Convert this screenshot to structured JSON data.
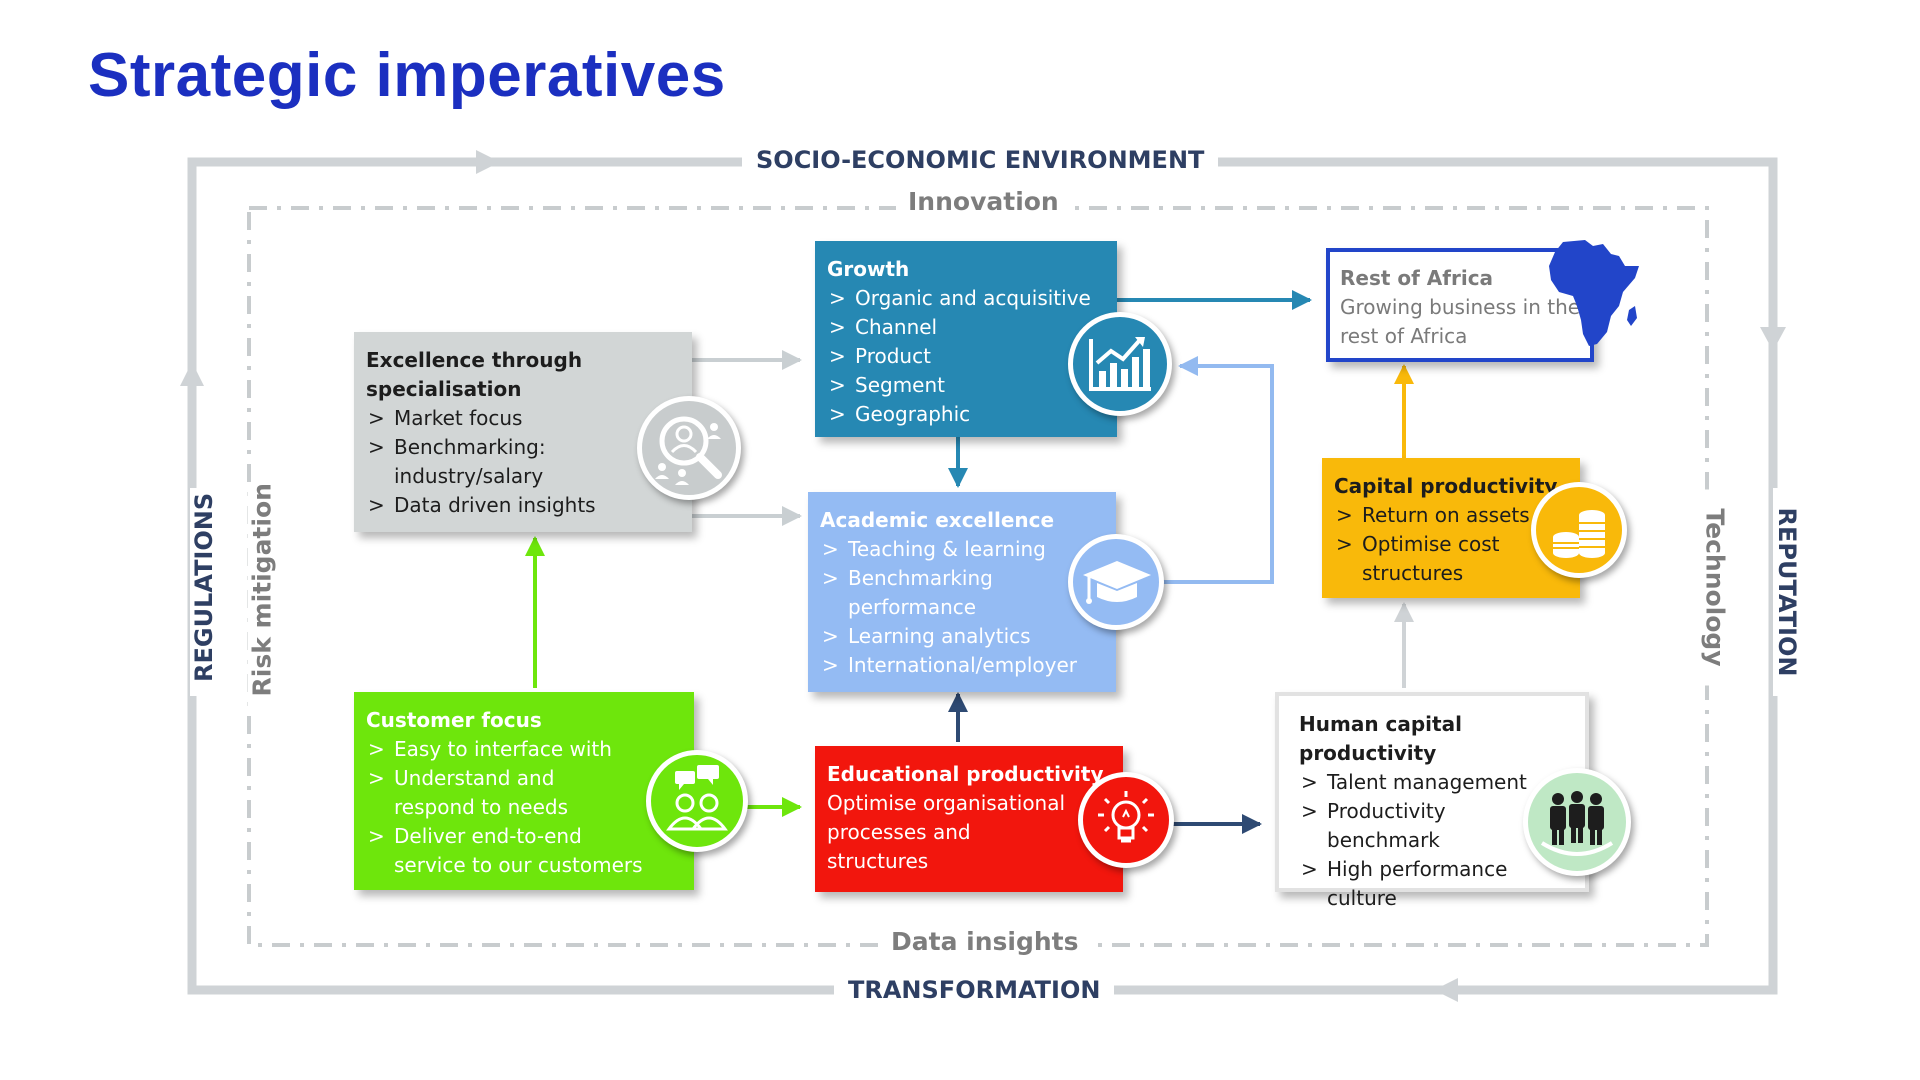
{
  "title": "Strategic imperatives",
  "frame": {
    "top": "SOCIO-ECONOMIC ENVIRONMENT",
    "bottom": "TRANSFORMATION",
    "left": "REGULATIONS",
    "right": "REPUTATION"
  },
  "inner": {
    "top": "Innovation",
    "bottom": "Data insights",
    "left": "Risk mitigation",
    "right": "Technology"
  },
  "boxes": {
    "excellence": {
      "title_lines": [
        "Excellence through",
        "specialisation"
      ],
      "items": [
        "Market focus",
        "Benchmarking: industry/salary",
        "Data driven insights"
      ]
    },
    "growth": {
      "title": "Growth",
      "items": [
        "Organic and acquisitive",
        "Channel",
        "Product",
        "Segment",
        "Geographic"
      ]
    },
    "rest_of_africa": {
      "title": "Rest of Africa",
      "text": "Growing business in the rest of Africa"
    },
    "academic": {
      "title": "Academic excellence",
      "items": [
        "Teaching & learning",
        "Benchmarking performance",
        "Learning analytics",
        "International/employer"
      ]
    },
    "capital": {
      "title": "Capital productivity",
      "items": [
        "Return on assets",
        "Optimise cost structures"
      ]
    },
    "customer": {
      "title": "Customer focus",
      "items": [
        "Easy to interface with",
        "Understand and respond to needs",
        "Deliver end-to-end service to our customers"
      ]
    },
    "educational": {
      "title": "Educational productivity",
      "text": "Optimise organisational processes and structures"
    },
    "human": {
      "title": "Human capital productivity",
      "items": [
        "Talent management",
        "Productivity benchmark",
        "High performance culture"
      ]
    }
  },
  "icons": {
    "excellence": "people-search-icon",
    "growth": "bar-chart-icon",
    "academic": "graduation-cap-icon",
    "capital": "coins-icon",
    "customer": "chat-people-icon",
    "educational": "lightbulb-icon",
    "human": "team-icon",
    "africa": "africa-map-icon"
  },
  "colors": {
    "title": "#1b2fc0",
    "frame_label": "#2e3f63",
    "frame_line": "#cfd3d6",
    "excellence": "#d2d6d6",
    "growth": "#2688b3",
    "academic": "#94bbf3",
    "capital": "#f9b90a",
    "customer": "#6ee60c",
    "educational": "#f2160d",
    "africa_border": "#2245c9",
    "africa_text": "#7a7a7a",
    "human_border": "#e2e2e2"
  }
}
